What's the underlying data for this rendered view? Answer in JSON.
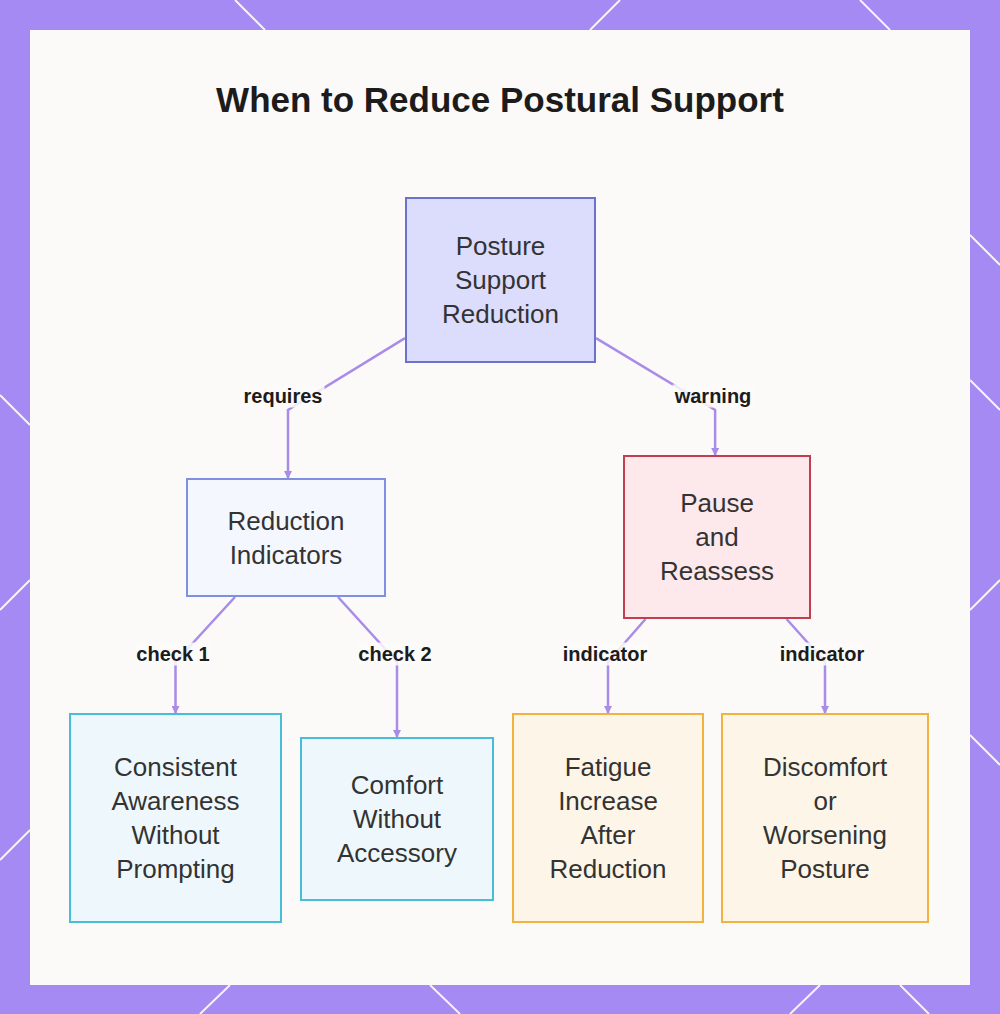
{
  "diagram": {
    "title": "When to Reduce Postural Support",
    "nodes": [
      {
        "text": [
          "Posture Support Reduction"
        ]
      },
      {
        "text": [
          "Reduction Indicators"
        ]
      },
      {
        "text": [
          "Pause and Reassess"
        ]
      },
      {
        "text": [
          "Consistent Awareness Without Prompting"
        ]
      },
      {
        "text": [
          "Comfort Without Accessory"
        ]
      },
      {
        "text": [
          "Fatigue Increase After Reduction"
        ]
      },
      {
        "text": [
          "Discomfort or Worsening Posture"
        ]
      }
    ],
    "edges": [
      {
        "from": 0,
        "to": 1,
        "label": "requires",
        "arrow": "to"
      },
      {
        "from": 0,
        "to": 2,
        "label": "warning",
        "arrow": "to"
      },
      {
        "from": 1,
        "to": 3,
        "label": "check 1",
        "arrow": "to"
      },
      {
        "from": 1,
        "to": 4,
        "label": "check 2",
        "arrow": "to"
      },
      {
        "from": 2,
        "to": 5,
        "label": "indicator",
        "arrow": "to"
      },
      {
        "from": 2,
        "to": 6,
        "label": "indicator",
        "arrow": "to"
      }
    ]
  }
}
